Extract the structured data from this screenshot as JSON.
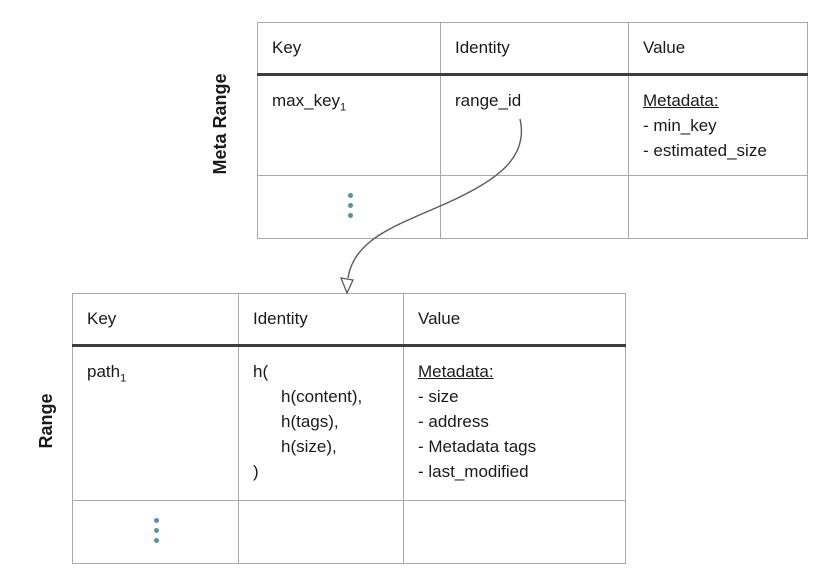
{
  "colors": {
    "background": "#ffffff",
    "border": "#a9a9a9",
    "header_separator": "#3d3d3d",
    "text": "#1a1a1a",
    "ellipsis_dot": "#4d95a5",
    "arrow": "#5a5a5a"
  },
  "meta_range": {
    "label": "Meta Range",
    "headers": [
      "Key",
      "Identity",
      "Value"
    ],
    "row": {
      "key": "max_key",
      "key_subscript": "1",
      "identity": "range_id",
      "value_heading": "Metadata:",
      "value_items": [
        "- min_key",
        "- estimated_size"
      ]
    }
  },
  "range": {
    "label": "Range",
    "headers": [
      "Key",
      "Identity",
      "Value"
    ],
    "row": {
      "key": "path",
      "key_subscript": "1",
      "identity_lines": [
        "h(",
        "h(content),",
        "h(tags),",
        "h(size),",
        ")"
      ],
      "value_heading": "Metadata:",
      "value_items": [
        "- size",
        "- address",
        "- Metadata tags",
        "- last_modified"
      ]
    }
  }
}
